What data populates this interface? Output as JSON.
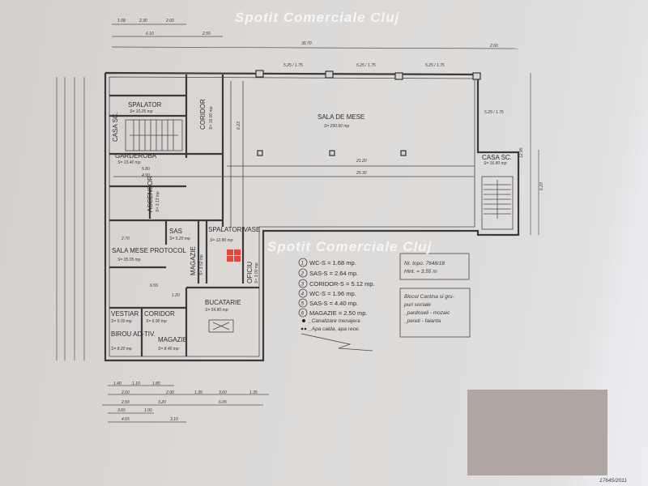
{
  "watermark": {
    "text": "Spotit Comerciale Cluj",
    "logo_color": "#e8453c"
  },
  "rooms": [
    {
      "id": "1",
      "name": "SALA DE MESE",
      "area": "S= 290.60 mp"
    },
    {
      "id": "2",
      "name": "SPALATOR",
      "area": "S= 10.25 mp"
    },
    {
      "id": "3",
      "name": "CORIDOR",
      "area": "S= 16.00 mp"
    },
    {
      "id": "4",
      "name": "CASA SC.",
      "area": ""
    },
    {
      "id": "5",
      "name": "GARDEROBA",
      "area": "S= 13.40 mp"
    },
    {
      "id": "6",
      "name": "ASCENSOR",
      "area": "S= 3.13 mp"
    },
    {
      "id": "7",
      "name": "SALA MESE PROTOCOL",
      "area": "S= 35.05 mp"
    },
    {
      "id": "8",
      "name": "SAS",
      "area": "S= 5.20 mp"
    },
    {
      "id": "9",
      "name": "MAGAZIE",
      "area": "S= 3.52 mp"
    },
    {
      "id": "10",
      "name": "SPALATOR VASE",
      "area": "S= 12.80 mp"
    },
    {
      "id": "11",
      "name": "OFICIU",
      "area": "S= 3.00 mp"
    },
    {
      "id": "12",
      "name": "BUCATARIE",
      "area": "S= 54.80 mp"
    },
    {
      "id": "13",
      "name": "VESTIAR",
      "area": "S= 5.00 mp"
    },
    {
      "id": "14",
      "name": "CORIDOR",
      "area": "S= 6.90 mp"
    },
    {
      "id": "15",
      "name": "BIROU AD-TIV.",
      "area": "S= 8.20 mp"
    },
    {
      "id": "16",
      "name": "MAGAZIE",
      "area": "S= 8.40 mp"
    },
    {
      "id": "17",
      "name": "CASA SC.",
      "area": "S= 16.80 mp"
    }
  ],
  "legend": [
    {
      "num": "1",
      "text": "WC-S = 1.68 mp."
    },
    {
      "num": "2",
      "text": "SAS-S = 2.64 mp."
    },
    {
      "num": "3",
      "text": "CORIDOR-S = 5.12 mp."
    },
    {
      "num": "4",
      "text": "WC-S = 1.96 mp."
    },
    {
      "num": "5",
      "text": "SAS-S = 4.40 mp."
    },
    {
      "num": "6",
      "text": "MAGAZIE = 2.50 mp."
    }
  ],
  "legend_symbols": [
    "_Canalizare menajera",
    "_Apa calda, apa rece."
  ],
  "note_box_1": [
    "Nr. topo. 7648/18",
    "Hint. = 3.55 m"
  ],
  "note_box_2": [
    "Blocul Cantina si gru-",
    "puri sociale",
    "_pardoseli - mozaic",
    "_pereti - faianta"
  ],
  "dimensions": {
    "top_row1": [
      "1.08",
      "2.30",
      "2.60"
    ],
    "top_row2": [
      "6.10",
      "2.55"
    ],
    "top_total": "30.70",
    "top_right": "2.60",
    "hall_inner": [
      "21.20",
      "25.30",
      "5.80",
      "4.90"
    ],
    "windows": [
      "5.25 / 1.75",
      "5.25 / 1.75",
      "5.25 / 1.75",
      "5.25 / 1.75"
    ],
    "right_side": [
      "12.95",
      "6.20",
      "6.23"
    ],
    "bottom_row1": [
      "1.40",
      "1.10",
      "1.85"
    ],
    "bottom_row2": [
      "2.60",
      "2.90",
      "1.35",
      "3.60",
      "1.35"
    ],
    "bottom_row3": [
      "2.50",
      "3.20",
      "6.05"
    ],
    "bottom_row4": [
      "3.65",
      "1.00"
    ],
    "bottom_row5": [
      "4.65",
      "3.10"
    ],
    "inner": [
      "6.55",
      "2.70",
      "1.20"
    ]
  },
  "stamp": "17645/2011"
}
